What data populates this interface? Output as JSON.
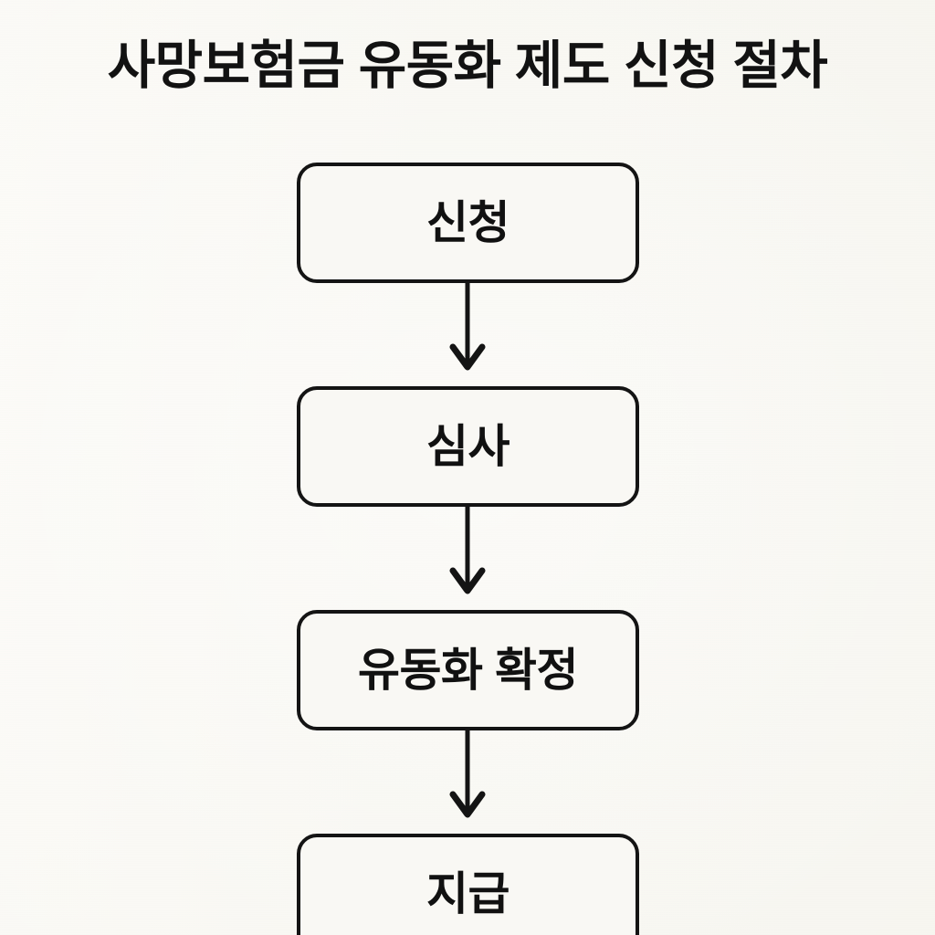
{
  "page": {
    "title": "사망보험금 유동화 제도 신청 절차",
    "background_color": "#f8f7f2",
    "line_color": "#141414",
    "text_color": "#111111"
  },
  "flowchart": {
    "type": "vertical-process-flow",
    "orientation": "top-to-bottom",
    "node_shape": "rounded-rectangle",
    "connector_style": "line-with-chevron-arrowhead",
    "nodes": [
      {
        "id": "step-1",
        "label": "신청",
        "order": 1
      },
      {
        "id": "step-2",
        "label": "심사",
        "order": 2
      },
      {
        "id": "step-3",
        "label": "유동화 확정",
        "order": 3
      },
      {
        "id": "step-4",
        "label": "지급",
        "order": 4
      }
    ],
    "connectors": [
      {
        "from": "step-1",
        "to": "step-2"
      },
      {
        "from": "step-2",
        "to": "step-3"
      },
      {
        "from": "step-3",
        "to": "step-4"
      }
    ]
  }
}
